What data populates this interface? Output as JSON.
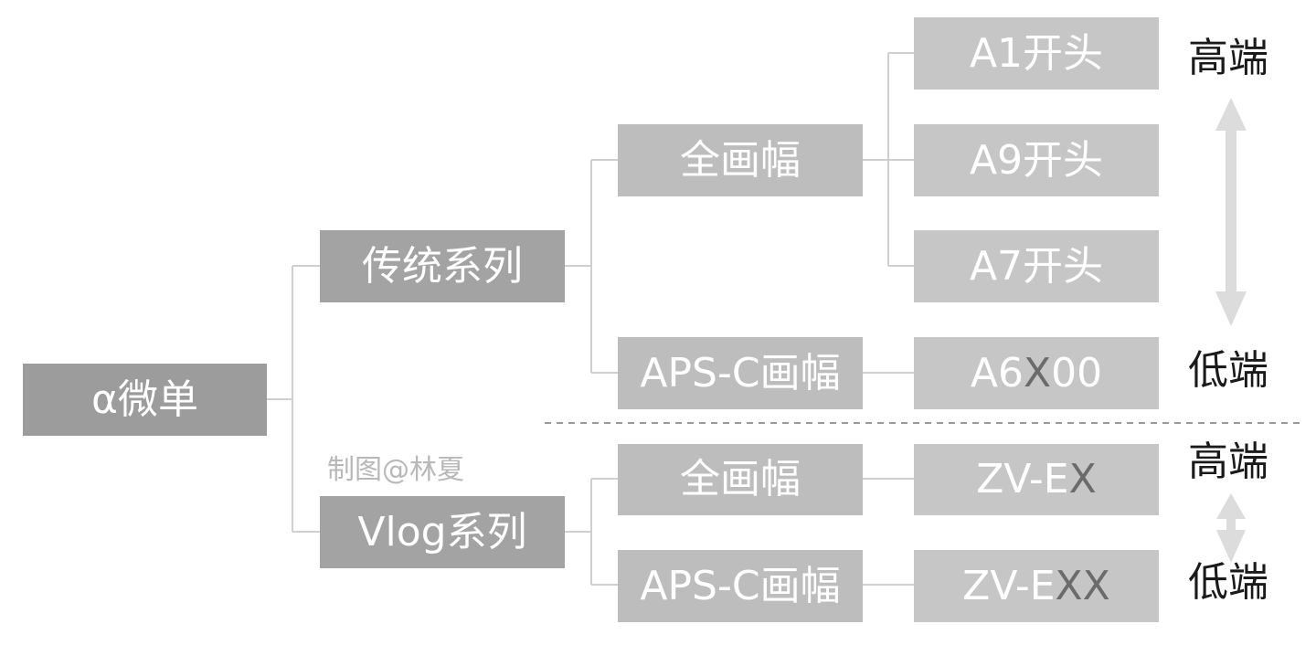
{
  "root": {
    "label": "α微单"
  },
  "series": [
    {
      "label": "传统系列",
      "formats": [
        {
          "label": "全画幅",
          "models": [
            {
              "parts": [
                {
                  "t": "A1开头"
                }
              ]
            },
            {
              "parts": [
                {
                  "t": "A9开头"
                }
              ]
            },
            {
              "parts": [
                {
                  "t": "A7开头"
                }
              ]
            }
          ]
        },
        {
          "label": "APS-C画幅",
          "models": [
            {
              "parts": [
                {
                  "t": "A6"
                },
                {
                  "t": "X",
                  "dark": true
                },
                {
                  "t": "00"
                }
              ]
            }
          ]
        }
      ]
    },
    {
      "label": "Vlog系列",
      "formats": [
        {
          "label": "全画幅",
          "models": [
            {
              "parts": [
                {
                  "t": "ZV-E"
                },
                {
                  "t": "X",
                  "dark": true
                }
              ]
            }
          ]
        },
        {
          "label": "APS-C画幅",
          "models": [
            {
              "parts": [
                {
                  "t": "ZV-E"
                },
                {
                  "t": "XX",
                  "dark": true
                }
              ]
            }
          ]
        }
      ]
    }
  ],
  "tiers": {
    "traditional": {
      "high": "高端",
      "low": "低端"
    },
    "vlog": {
      "high": "高端",
      "low": "低端"
    }
  },
  "watermark": "制图@林夏",
  "colors": {
    "root_fill": "#9c9c9c",
    "series_fill": "#a3a3a3",
    "format_fill": "#bdbdbd",
    "model_fill": "#c6c6c6",
    "node_text": "#ffffff",
    "placeholder_text": "#6b6b6b",
    "connector": "#cfcfcf",
    "divider": "#9a9a9a",
    "arrow": "#dcdcdc",
    "tier_text": "#1a1a1a",
    "watermark_text": "#b8b8b8"
  },
  "icons": {
    "tier_arrow": "double-headed-vertical-arrow"
  }
}
